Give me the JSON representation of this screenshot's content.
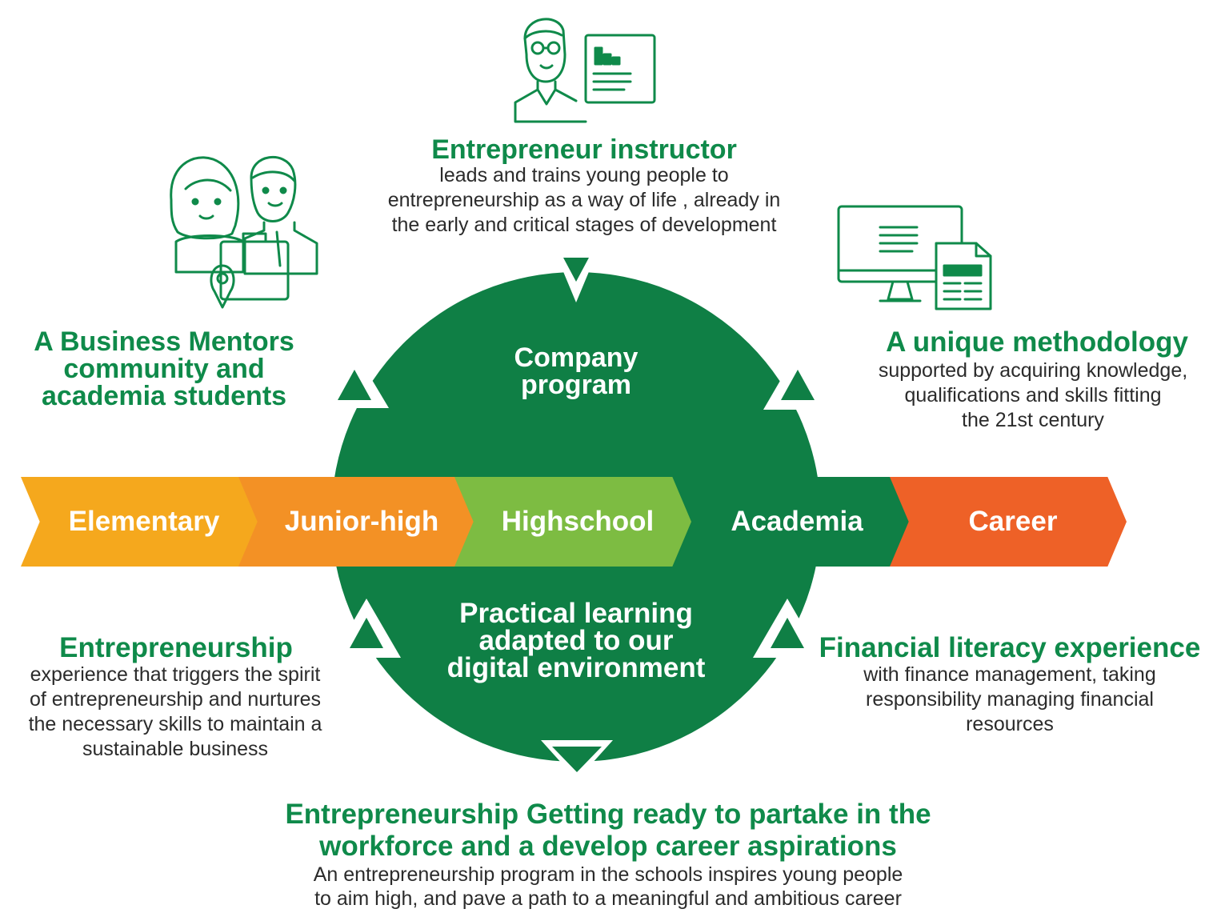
{
  "colors": {
    "green_dark": "#0f7f45",
    "green_heading": "#0f8a4a",
    "elementary": "#f5a81d",
    "junior_high": "#f39125",
    "highschool": "#7dbc42",
    "academia": "#0f7f45",
    "career": "#ee6127"
  },
  "icons": {
    "instructor": "teacher-with-board-icon",
    "mentors": "two-people-with-briefcase-icon",
    "methodology": "computer-and-document-icon"
  },
  "top": {
    "title": "Entrepreneur instructor",
    "lines": [
      "leads and trains young people to",
      "entrepreneurship as a way of life , already in",
      "the early and critical stages of development"
    ]
  },
  "left_top": {
    "title_lines": [
      "A Business Mentors",
      "community and",
      "academia students"
    ]
  },
  "right_top": {
    "title": "A unique methodology",
    "lines": [
      "supported by acquiring knowledge,",
      "qualifications and skills fitting",
      "the 21st century"
    ]
  },
  "circle": {
    "upper_label_lines": [
      "Company",
      "program"
    ],
    "lower_label_lines": [
      "Practical learning",
      "adapted to our",
      "digital environment"
    ]
  },
  "stages": [
    "Elementary",
    "Junior-high",
    "Highschool",
    "Academia",
    "Career"
  ],
  "left_bottom": {
    "title": "Entrepreneurship",
    "lines": [
      "experience that triggers the spirit",
      "of entrepreneurship and nurtures",
      "the necessary skills to maintain a",
      "sustainable business"
    ]
  },
  "right_bottom": {
    "title": "Financial literacy experience",
    "lines": [
      "with finance management, taking",
      "responsibility managing  financial",
      "resources"
    ]
  },
  "bottom": {
    "title_lines": [
      "Entrepreneurship Getting ready to partake in the",
      "workforce and a develop career aspirations"
    ],
    "lines": [
      "An entrepreneurship program in the schools inspires young people",
      "to aim high, and pave a path to a meaningful and ambitious career"
    ]
  }
}
